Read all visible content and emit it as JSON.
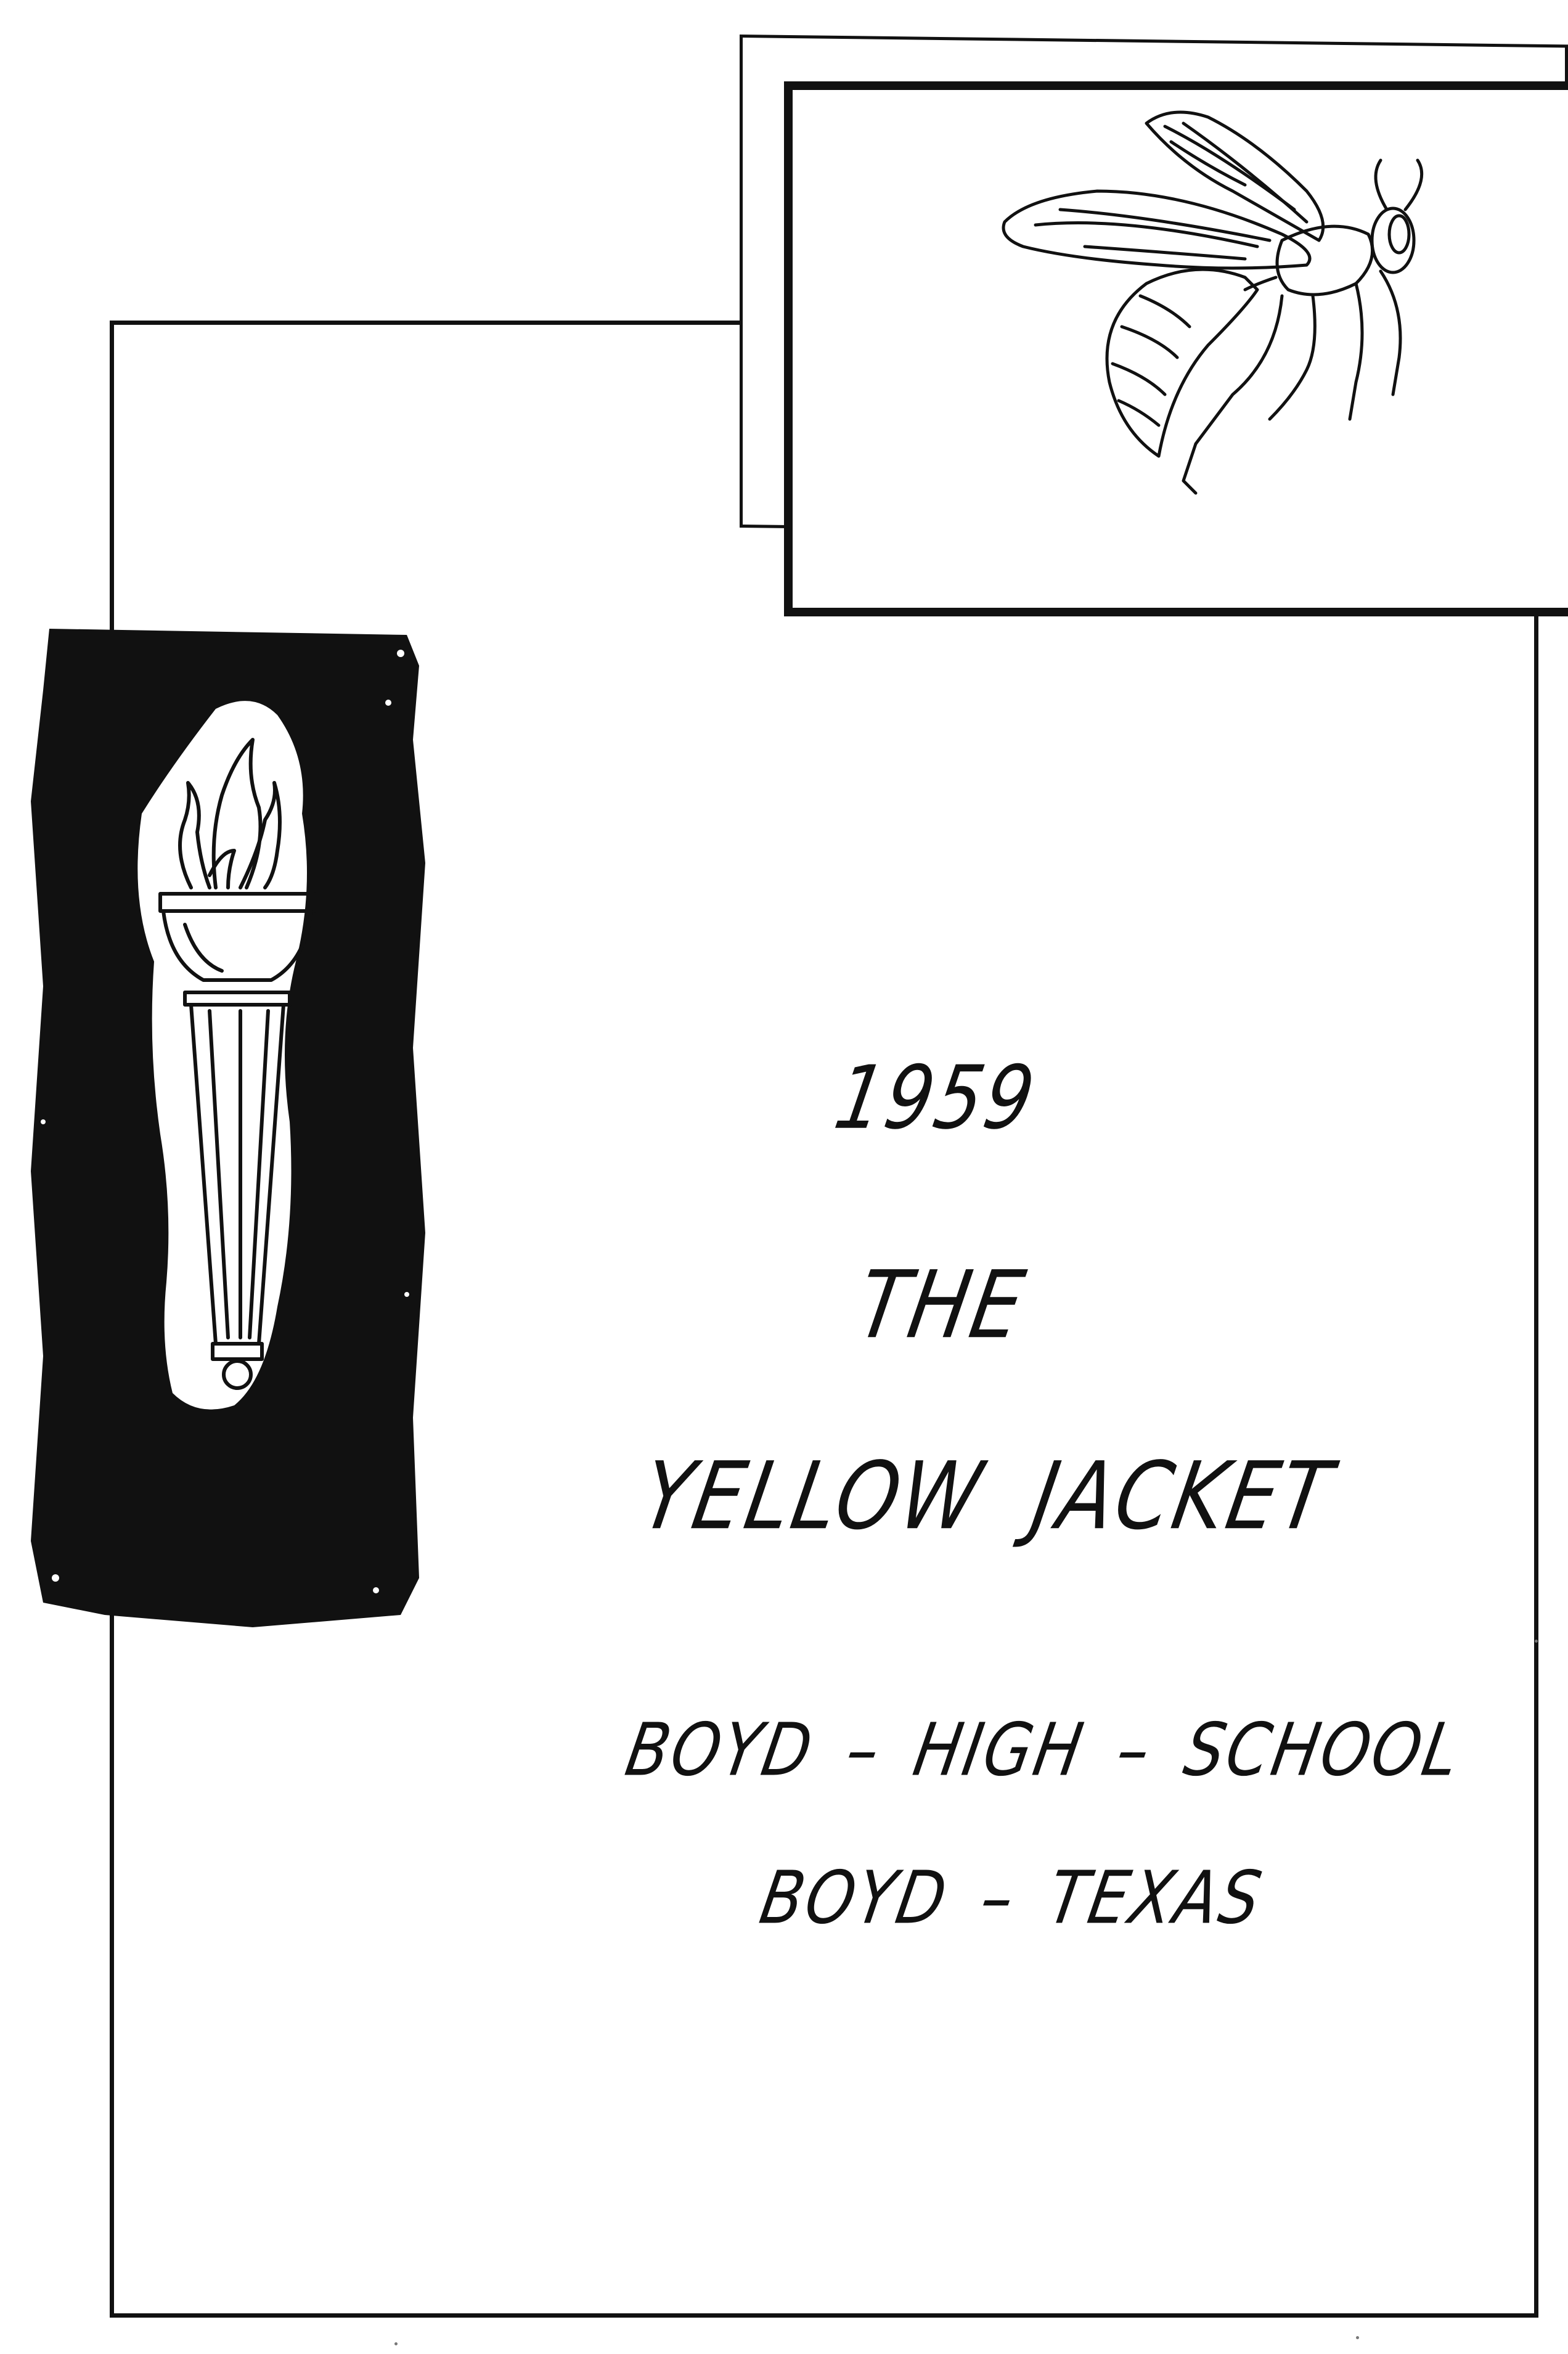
{
  "cover": {
    "year": "1959",
    "the": "THE",
    "name": "YELLOW  JACKET",
    "school": "BOYD  –  HIGH –  SCHOOL",
    "city": "BOYD  –   TEXAS"
  },
  "illustrations": {
    "top_right": "wasp-icon",
    "left": "torch-icon"
  },
  "colors": {
    "ink": "#111111",
    "paper": "#ffffff"
  }
}
